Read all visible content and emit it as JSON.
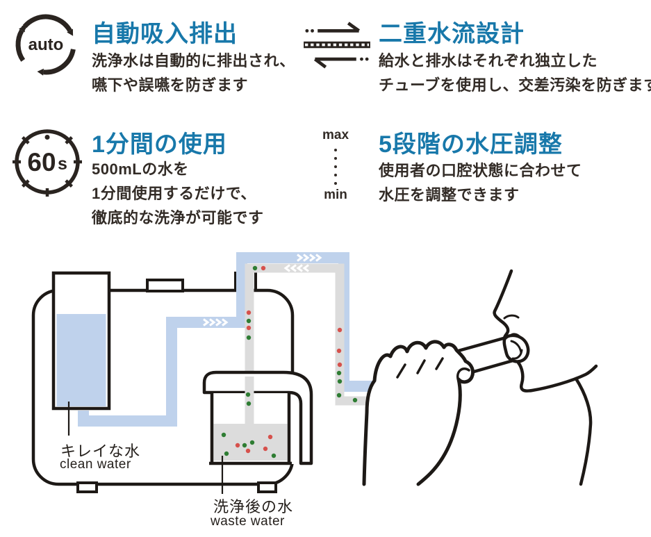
{
  "features": [
    {
      "icon": "auto-cycle-icon",
      "icon_text": "auto",
      "title": "自動吸入排出",
      "lines": [
        "洗浄水は自動的に排出され、",
        "嚥下や誤嚥を防ぎます"
      ]
    },
    {
      "icon": "dual-flow-icon",
      "title": "二重水流設計",
      "lines": [
        "給水と排水はそれぞれ独立した",
        "チューブを使用し、交差汚染を防ぎます"
      ]
    },
    {
      "icon": "timer-60s-icon",
      "icon_value": "60",
      "icon_unit": "s",
      "title": "1分間の使用",
      "lines": [
        "500mLの水を",
        "1分間使用するだけで、",
        "徹底的な洗浄が可能です"
      ]
    },
    {
      "icon": "pressure-range-icon",
      "icon_max": "max",
      "icon_min": "min",
      "title": "5段階の水圧調整",
      "lines": [
        "使用者の口腔状態に合わせて",
        "水圧を調整できます"
      ]
    }
  ],
  "diagram": {
    "clean_water_label_jp": "キレイな水",
    "clean_water_label_en": "clean water",
    "waste_water_label_jp": "洗浄後の水",
    "waste_water_label_en": "waste water"
  },
  "colors": {
    "accent_blue": "#1878aa",
    "text_dark": "#322b26",
    "water_blue": "#bfd2ec",
    "waste_gray": "#dcdcdc",
    "dot_red": "#d6514c",
    "dot_green": "#2e7d33",
    "line_black": "#1d1916"
  }
}
